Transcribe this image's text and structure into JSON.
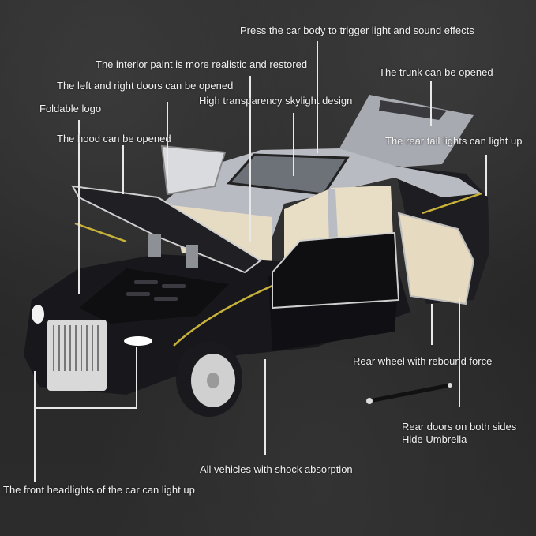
{
  "image": {
    "subject": "Diecast luxury car model with open doors, hood and trunk",
    "background_color": "#2a2a2a",
    "car_colors": {
      "body_lower": "#15151a",
      "body_upper": "#b9bcc2",
      "pinstripe": "#c8b23a",
      "interior": "#e8dcc0",
      "chrome": "#d9d9d9"
    }
  },
  "annotations": {
    "press_body": "Press the car body to trigger light and sound effects",
    "interior_paint": "The interior paint is more realistic and restored",
    "trunk": "The trunk can be opened",
    "doors": "The left and right doors can be opened",
    "skylight": "High transparency skylight design",
    "foldable_logo": "Foldable logo",
    "hood": "The hood can be opened",
    "tail_lights": "The rear tail lights can light up",
    "rear_wheel": "Rear wheel with rebound force",
    "umbrella_line1": "Rear doors on both sides",
    "umbrella_line2": "Hide Umbrella",
    "shock_absorption": "All vehicles with shock absorption",
    "headlights": "The front headlights of the car can light up"
  }
}
